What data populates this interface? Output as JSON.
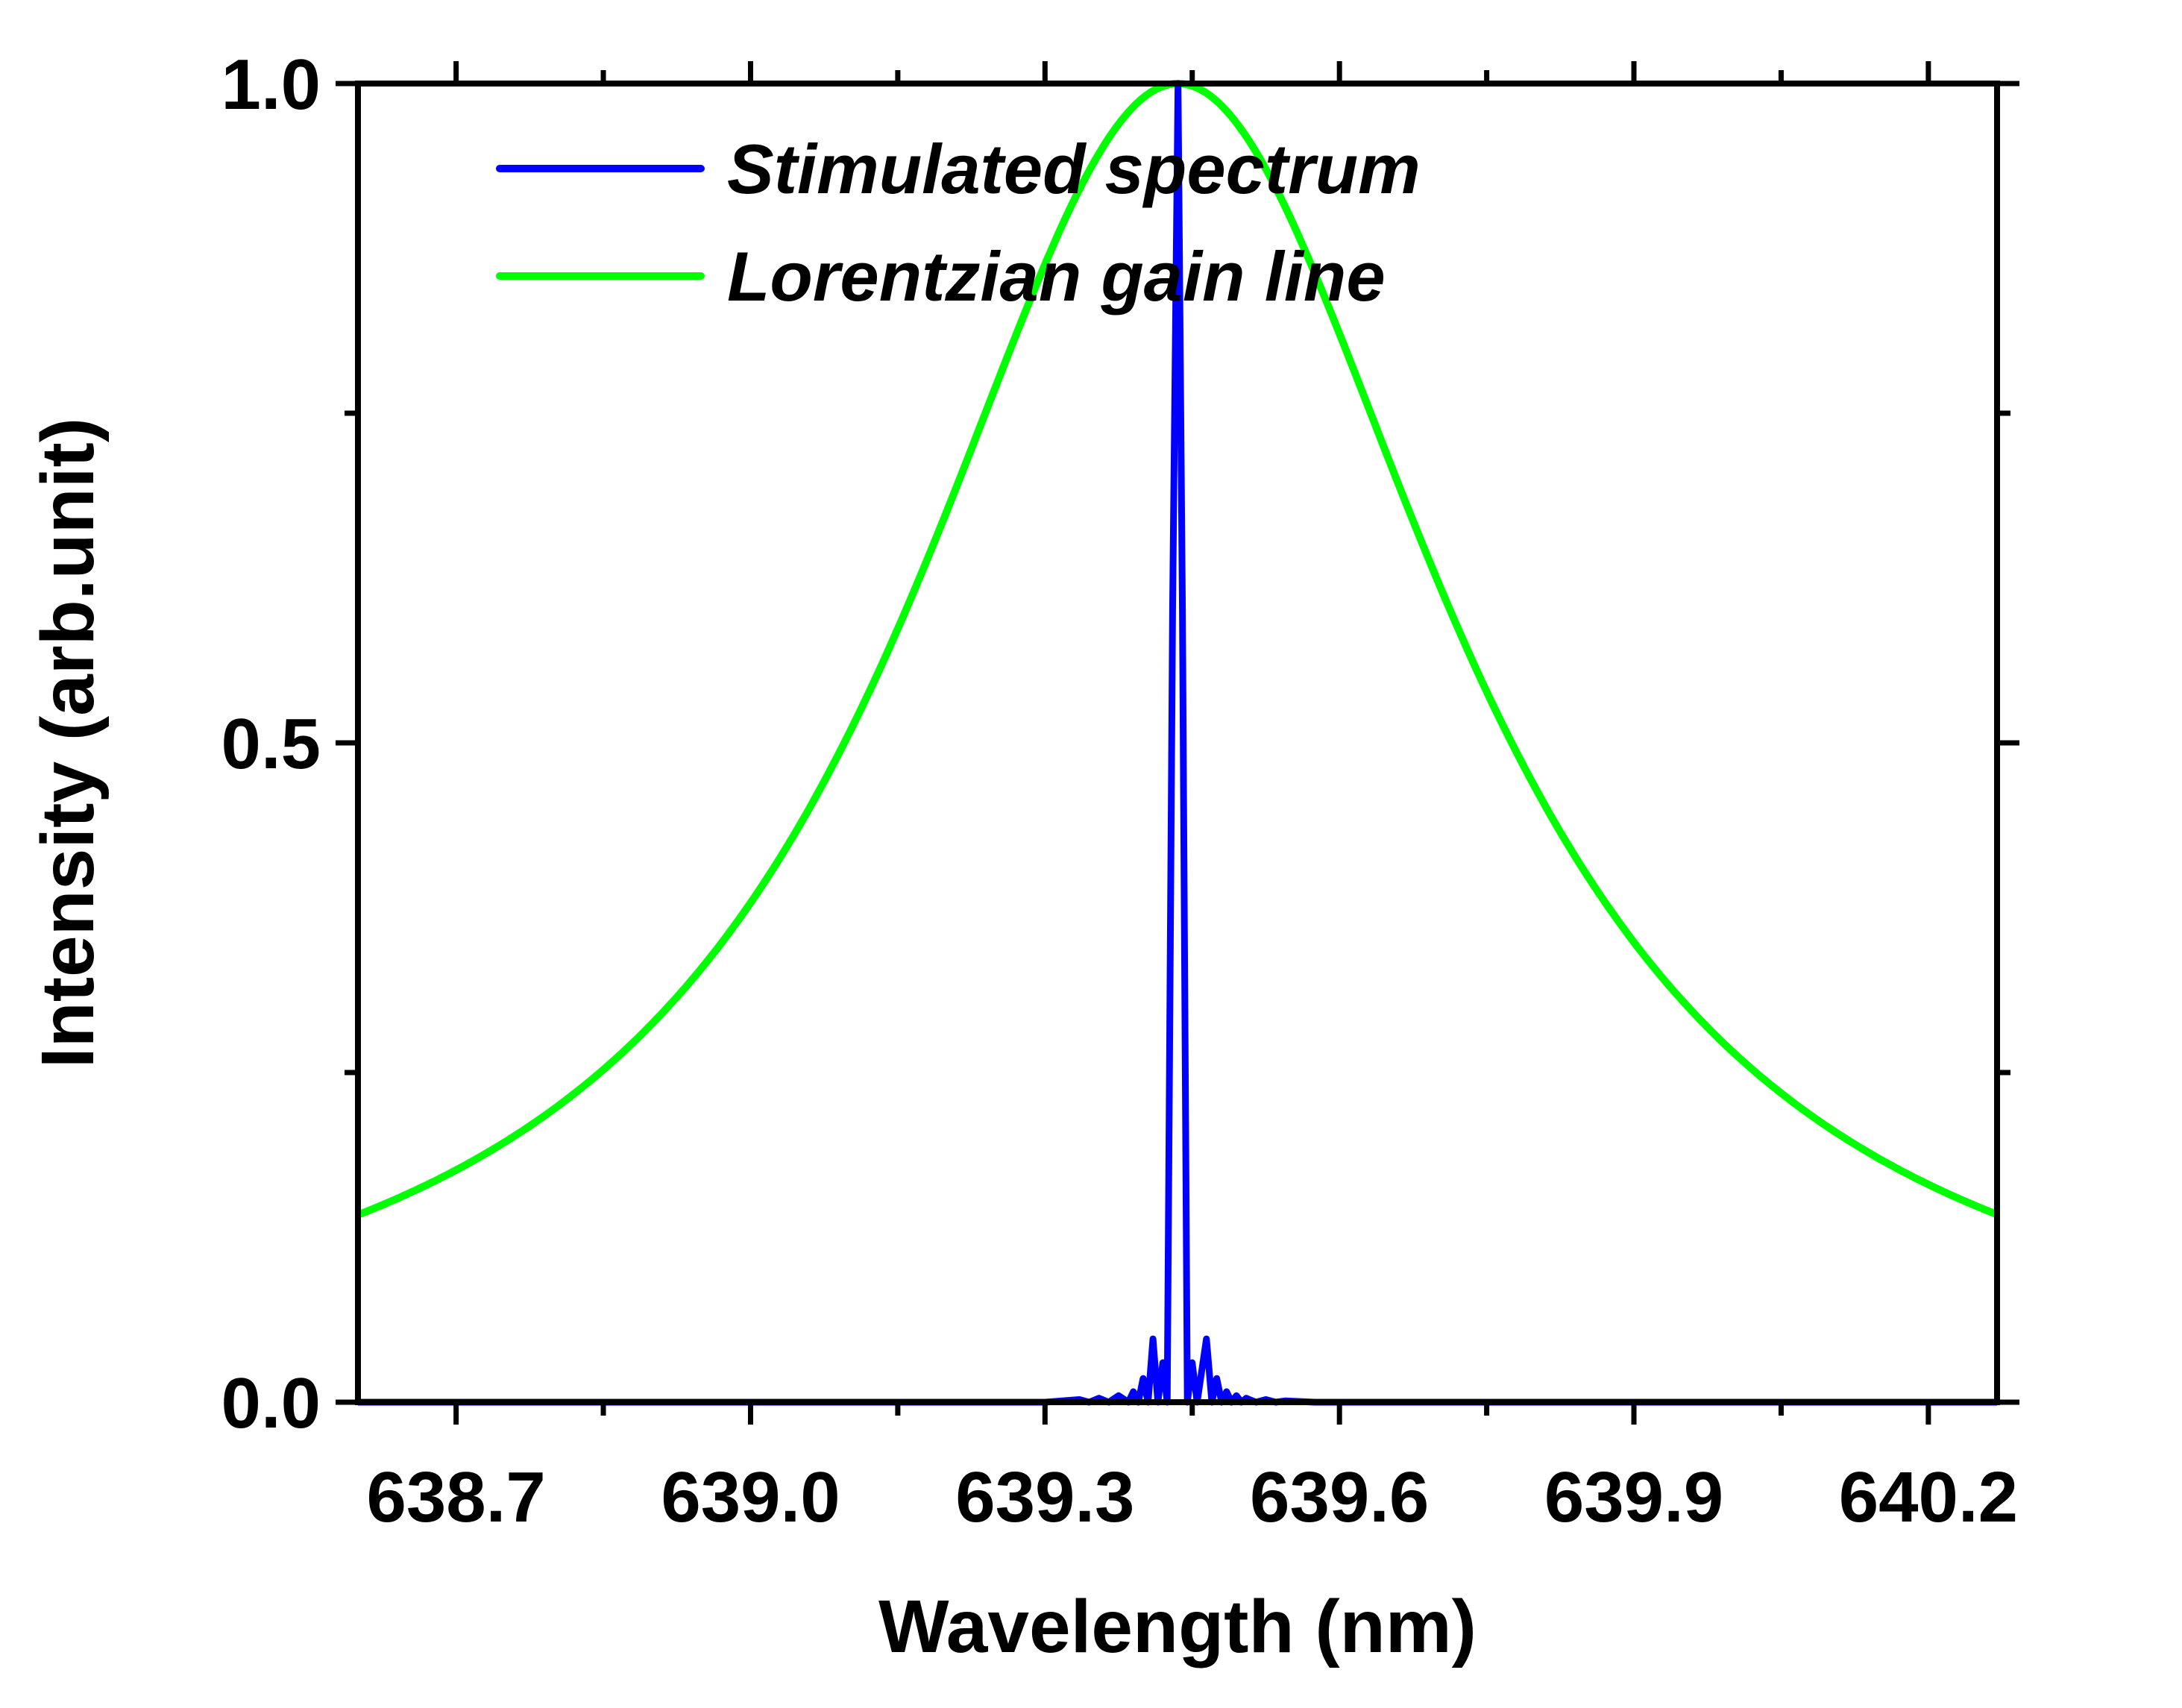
{
  "chart_data": {
    "type": "line",
    "xlabel": "Wavelength (nm)",
    "ylabel": "Intensity (arb.unit)",
    "xlim": [
      638.6,
      640.27
    ],
    "ylim": [
      0.0,
      1.0
    ],
    "x_ticks": [
      638.7,
      639.0,
      639.3,
      639.6,
      639.9,
      640.2
    ],
    "x_tick_labels": [
      "638.7",
      "639.0",
      "639.3",
      "639.6",
      "639.9",
      "640.2"
    ],
    "y_ticks": [
      0.0,
      0.5,
      1.0
    ],
    "y_tick_labels": [
      "0.0",
      "0.5",
      "1.0"
    ],
    "grid": false,
    "legend_position": "top-center",
    "series": [
      {
        "name": "Stimulated spectrum",
        "color": "#0000ff",
        "x": [
          638.6,
          639.0,
          639.3,
          639.335,
          639.345,
          639.355,
          639.365,
          639.375,
          639.385,
          639.39,
          639.395,
          639.4,
          639.405,
          639.41,
          639.415,
          639.42,
          639.4245,
          639.43,
          639.4355,
          639.44,
          639.445,
          639.45,
          639.455,
          639.4645,
          639.47,
          639.475,
          639.48,
          639.485,
          639.49,
          639.495,
          639.5,
          639.505,
          639.515,
          639.525,
          639.535,
          639.545,
          639.575,
          639.9,
          640.27
        ],
        "y": [
          0.0,
          0.0,
          0.0,
          0.002,
          0.0,
          0.003,
          0.0,
          0.005,
          0.0,
          0.008,
          0.0,
          0.018,
          0.0,
          0.048,
          0.0,
          0.03,
          0.0,
          0.6,
          1.0,
          0.6,
          0.0,
          0.03,
          0.0,
          0.048,
          0.0,
          0.018,
          0.0,
          0.008,
          0.0,
          0.005,
          0.0,
          0.003,
          0.0,
          0.002,
          0.0,
          0.001,
          0.0,
          0.0,
          0.0
        ]
      },
      {
        "name": "Lorentzian gain line",
        "color": "#00ff00",
        "lorentzian": {
          "center": 639.4355,
          "hwhm": 0.34,
          "amplitude": 1.0
        },
        "x": [
          638.6,
          638.7,
          638.8,
          638.9,
          639.0,
          639.1,
          639.2,
          639.3,
          639.4,
          639.4355,
          639.5,
          639.6,
          639.7,
          639.8,
          639.9,
          640.0,
          640.1,
          640.2,
          640.27
        ],
        "y": [
          0.143,
          0.176,
          0.222,
          0.285,
          0.378,
          0.506,
          0.675,
          0.863,
          0.989,
          1.0,
          0.965,
          0.811,
          0.623,
          0.466,
          0.349,
          0.266,
          0.208,
          0.165,
          0.142
        ]
      }
    ]
  }
}
